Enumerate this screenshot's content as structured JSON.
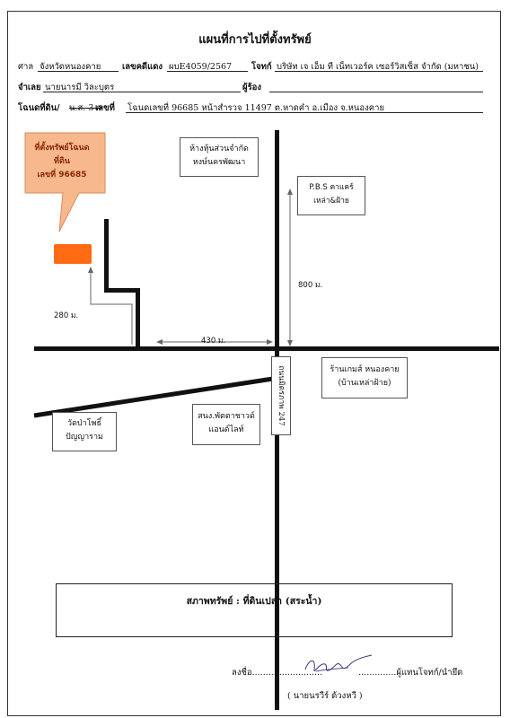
{
  "document": {
    "title": "แผนที่การไปที่ตั้งทรัพย์",
    "court_label": "ศาล",
    "court_value": "จังหวัดหนองคาย",
    "red_case_label": "เลขคดีแดง",
    "red_case_value": "ผบE4059/2567",
    "plaintiff_label": "โจทก์",
    "plaintiff_value": "บริษัท เจ เอ็ม ที เน็ทเวอร์ค เซอร์วิสเซ็ส จำกัด (มหาชน)",
    "defendant_label": "จำเลย",
    "defendant_value": "นายนารมี วิละบุตร",
    "petitioner_label": "ผู้ร้อง",
    "deed_label": "โฉนดที่ดิน/",
    "deed_struck": "น.ส. 3 ก",
    "deed_number_label": "เลขที่",
    "deed_value": "โฉนดเลขที่ 96685 หน้าสำรวจ 11497 ต.หาดคำ อ.เมือง จ.หนองคาย"
  },
  "map": {
    "property_callout_line1": "ที่ตั้งทรัพย์โฉนดที่ดิน",
    "property_callout_line2": "เลขที่ 96685",
    "partnership_line1": "ห้างหุ้นส่วนจำกัด",
    "partnership_line2": "หงษ์นครพัฒนา",
    "pbs_line1": "P.B.S คาแคร์",
    "pbs_line2": "เหล่า&ฝ้าย",
    "distance_800": "800 ม.",
    "distance_280": "280 ม.",
    "distance_430": "430 ม.",
    "road_label": "ถนนมิตรภาพ 247",
    "game_shop_line1": "ร้านเกมส์ หนองคาย",
    "game_shop_line2": "(บ้านเหล่าฝ้าย)",
    "temple_line1": "วัดป่าโพธิ์",
    "temple_line2": "ปัญญาราม",
    "branch_line1": "สนง.พัตตาชาวด์",
    "branch_line2": "แอนด์ไลท์"
  },
  "status": {
    "label": "สภาพทรัพย์ :",
    "value": "ที่ดินเปล่า (สระน้ำ)"
  },
  "signature": {
    "sign_label": "ลงชื่อ",
    "dots_left": "..........................",
    "dots_right": "..............",
    "role": "ผู้แทนโจทก์/นำยึด",
    "name": "( นายนรวีร์ ด้วงหวี )"
  }
}
